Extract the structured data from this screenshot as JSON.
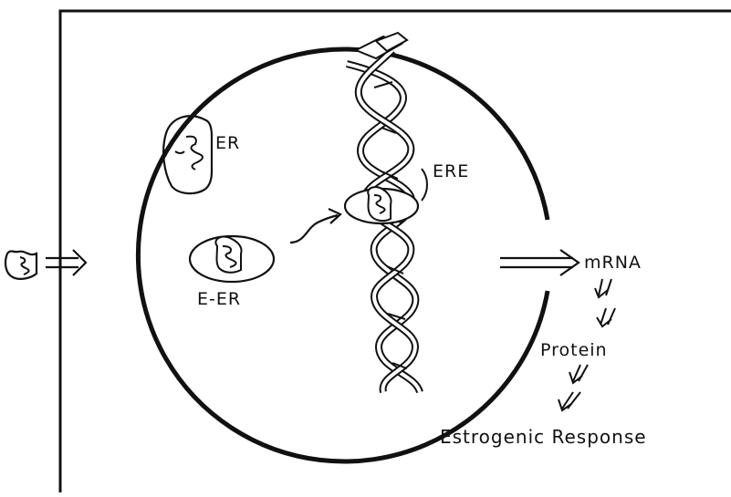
{
  "labels": {
    "er": "ER",
    "ere": "ERE",
    "e_er": "E-ER",
    "mrna": "mRNA",
    "protein": "Protein",
    "response": "Estrogenic Response"
  }
}
